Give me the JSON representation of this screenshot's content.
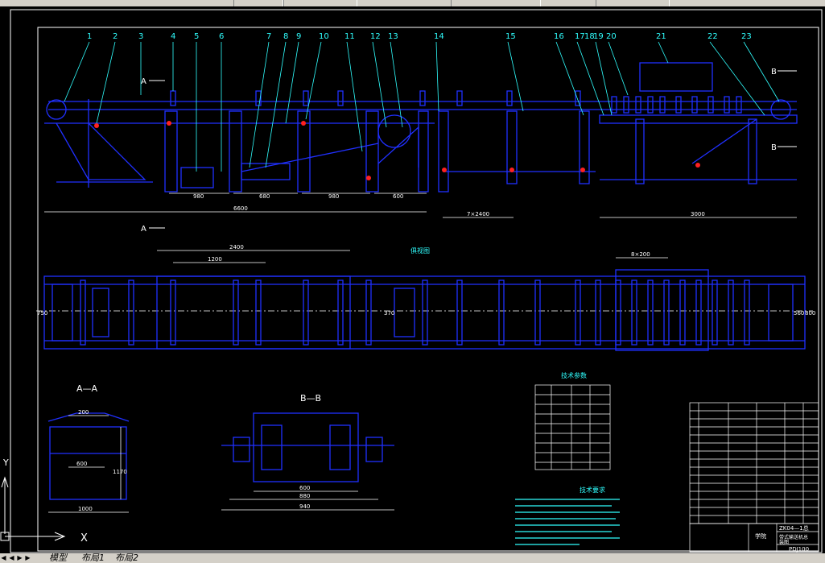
{
  "callouts": [
    "1",
    "2",
    "3",
    "4",
    "5",
    "6",
    "7",
    "8",
    "9",
    "10",
    "11",
    "12",
    "13",
    "14",
    "15",
    "16",
    "17",
    "18",
    "19",
    "20",
    "21",
    "22",
    "23"
  ],
  "section_marks": {
    "a_top": "A",
    "a_bottom": "A",
    "b_top": "B",
    "b_bottom": "B"
  },
  "dims_elevation": {
    "total": "6600",
    "d1": "980",
    "d2": "680",
    "d3": "980",
    "d4": "600",
    "d5": "7×2400",
    "d6": "3000"
  },
  "dims_plan": {
    "top1": "2400",
    "top2": "1200",
    "pitch": "8×200",
    "w_left": "750",
    "w_mid": "370",
    "w_right": "800",
    "w_right2": "560"
  },
  "plan_label": "俱视图",
  "section_aa": {
    "title": "A—A",
    "dims": [
      "200",
      "600",
      "1000",
      "1170"
    ]
  },
  "section_bb": {
    "title": "B—B",
    "dims": [
      "600",
      "880",
      "940"
    ]
  },
  "tech_table_title": "技术参数",
  "tech_req_title": "技术要求",
  "title_block": {
    "drawing_no": "ZK04—1总",
    "name_line1": "带式输送机总",
    "name_line2": "装图",
    "school": "学院",
    "code": "PDJ100"
  },
  "ucs": {
    "y": "Y",
    "x": "X"
  },
  "tabs": {
    "model": "模型",
    "layout1": "布局1",
    "layout2": "布局2"
  },
  "colors": {
    "structure": "#2030ff",
    "dimension": "#ffffff",
    "callout": "#30ffff",
    "title": "#00ffff",
    "marker": "#ff2020",
    "frame": "#ffffff"
  }
}
